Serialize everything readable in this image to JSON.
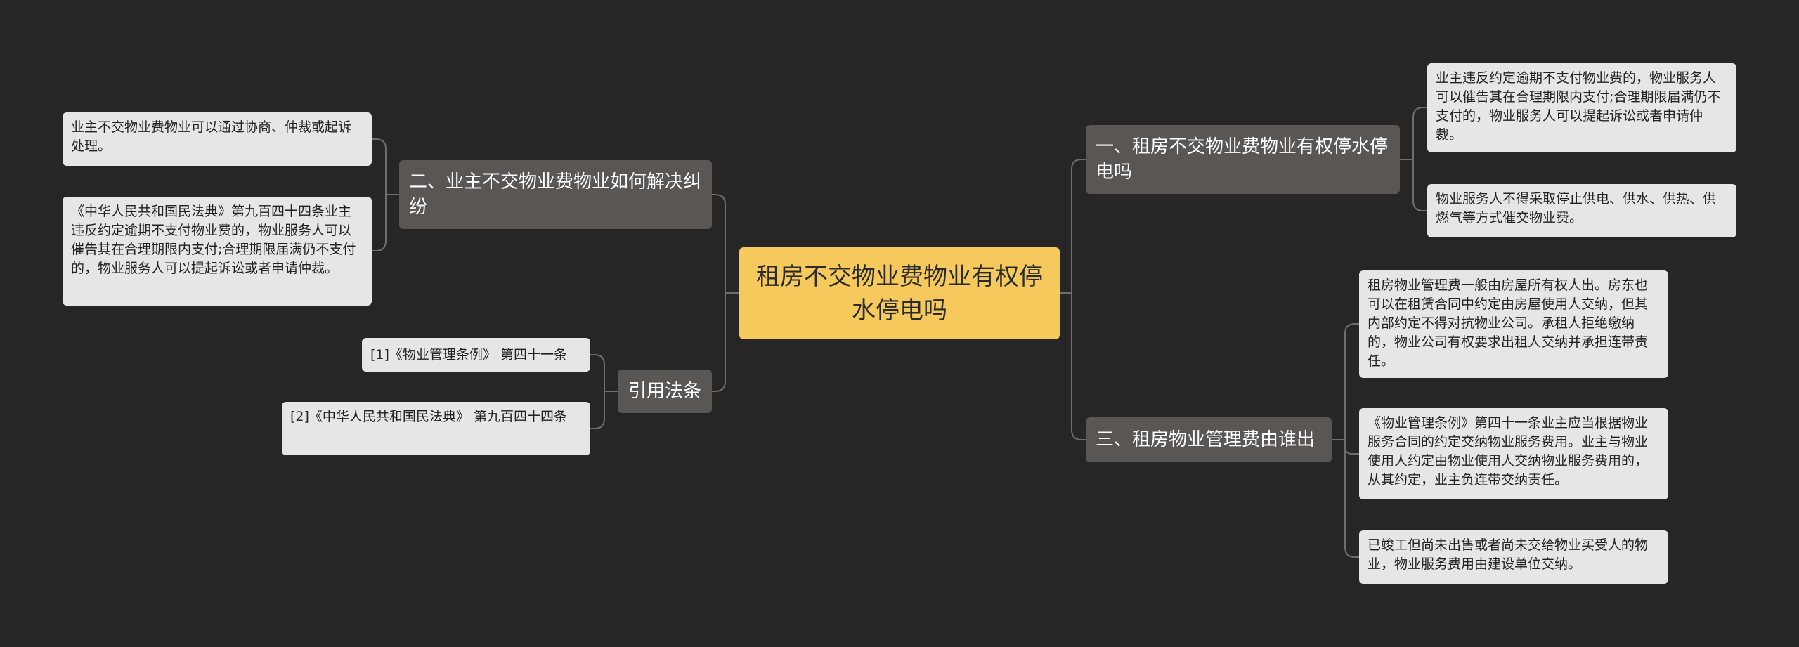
{
  "colors": {
    "background": "#262626",
    "root_fill": "#f5c95b",
    "branch_fill": "#595654",
    "leaf_fill": "#e6e6e6",
    "connector": "#6e6e6e"
  },
  "root": {
    "text": "租房不交物业费物业有权停水停电吗"
  },
  "branches": [
    {
      "text": "一、租房不交物业费物业有权停水停电吗",
      "side": "right",
      "children": [
        "业主违反约定逾期不支付物业费的，物业服务人可以催告其在合理期限内支付;合理期限届满仍不支付的，物业服务人可以提起诉讼或者申请仲裁。",
        "物业服务人不得采取停止供电、供水、供热、供燃气等方式催交物业费。"
      ]
    },
    {
      "text": "三、租房物业管理费由谁出",
      "side": "right",
      "children": [
        "租房物业管理费一般由房屋所有权人出。房东也可以在租赁合同中约定由房屋使用人交纳，但其内部约定不得对抗物业公司。承租人拒绝缴纳的，物业公司有权要求出租人交纳并承担连带责任。",
        "《物业管理条例》第四十一条业主应当根据物业服务合同的约定交纳物业服务费用。业主与物业使用人约定由物业使用人交纳物业服务费用的，从其约定，业主负连带交纳责任。",
        "已竣工但尚未出售或者尚未交给物业买受人的物业，物业服务费用由建设单位交纳。"
      ]
    },
    {
      "text": "二、业主不交物业费物业如何解决纠纷",
      "side": "left",
      "children": [
        "业主不交物业费物业可以通过协商、仲裁或起诉处理。",
        "《中华人民共和国民法典》第九百四十四条业主违反约定逾期不支付物业费的，物业服务人可以催告其在合理期限内支付;合理期限届满仍不支付的，物业服务人可以提起诉讼或者申请仲裁。"
      ]
    },
    {
      "text": "引用法条",
      "side": "left",
      "children": [
        "[1]《物业管理条例》 第四十一条",
        "[2]《中华人民共和国民法典》 第九百四十四条"
      ]
    }
  ]
}
